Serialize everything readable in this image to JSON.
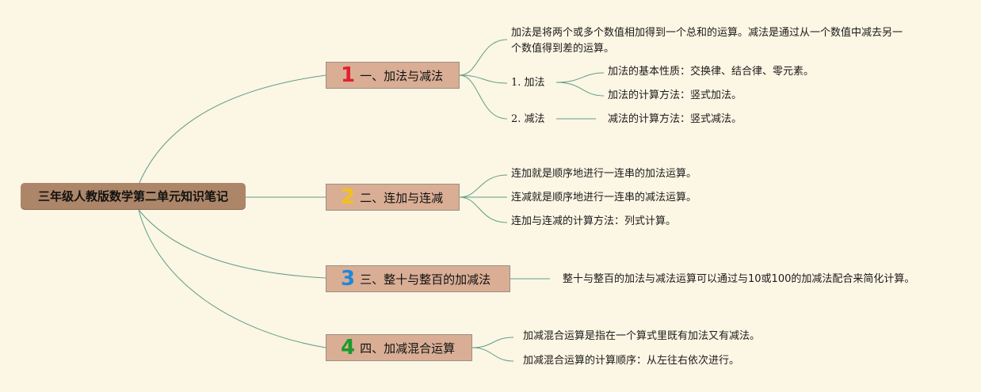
{
  "root": {
    "title": "三年级人教版数学第二单元知识笔记"
  },
  "branches": [
    {
      "number": "1",
      "color": "#e0222e",
      "label": "一、加法与减法",
      "items": [
        {
          "text": "加法是将两个或多个数值相加得到一个总和的运算。减法是通过从一个数值中减去另一个数值得到差的运算。"
        },
        {
          "text": "1. 加法",
          "children": [
            "加法的基本性质：交换律、结合律、零元素。",
            "加法的计算方法：竖式加法。"
          ]
        },
        {
          "text": "2. 减法",
          "children": [
            "减法的计算方法：竖式减法。"
          ]
        }
      ]
    },
    {
      "number": "2",
      "color": "#f2c21b",
      "label": "二、连加与连减",
      "items": [
        {
          "text": "连加就是顺序地进行一连串的加法运算。"
        },
        {
          "text": "连减就是顺序地进行一连串的减法运算。"
        },
        {
          "text": "连加与连减的计算方法：列式计算。"
        }
      ]
    },
    {
      "number": "3",
      "color": "#1f88d6",
      "label": "三、整十与整百的加减法",
      "items": [
        {
          "text": "整十与整百的加法与减法运算可以通过与10或100的加减法配合来简化计算。"
        }
      ]
    },
    {
      "number": "4",
      "color": "#1c9a2e",
      "label": "四、加减混合运算",
      "items": [
        {
          "text": "加减混合运算是指在一个算式里既有加法又有减法。"
        },
        {
          "text": "加减混合运算的计算顺序：从左往右依次进行。"
        }
      ]
    }
  ]
}
